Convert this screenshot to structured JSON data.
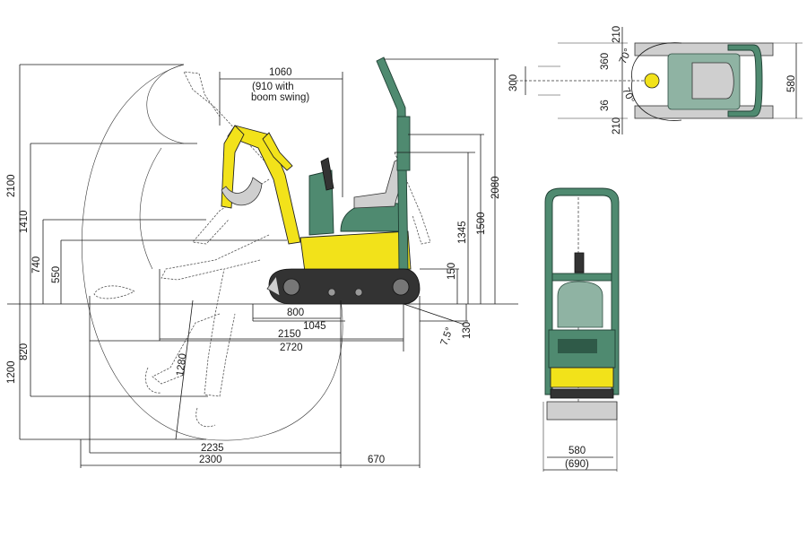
{
  "colors": {
    "body_yellow": "#f2e21a",
    "cab_green": "#4f8a70",
    "track_dark": "#333333",
    "line": "#1a1a1a"
  },
  "side_view": {
    "dims": {
      "d1060": "1060",
      "d910a": "(910 with",
      "d910b": "boom swing)",
      "d2100": "2100",
      "d1410": "1410",
      "d740": "740",
      "d550": "550",
      "d1200": "1200",
      "d820": "820",
      "d1280": "1280",
      "d800": "800",
      "d1045": "1045",
      "d2150": "2150",
      "d2720": "2720",
      "d2235": "2235",
      "d2300": "2300",
      "d670": "670",
      "d150": "150",
      "d130": "130",
      "d1345": "1345",
      "d1500": "1500",
      "d2080": "2080",
      "dangle": "7,5°"
    }
  },
  "top_view": {
    "dims": {
      "d210a": "210",
      "d360": "360",
      "d70a": "70°",
      "d300": "300",
      "d70b": "70°",
      "d36": "36",
      "d210b": "210",
      "d580": "580"
    }
  },
  "front_view": {
    "dims": {
      "d580": "580",
      "d690": "(690)"
    }
  }
}
